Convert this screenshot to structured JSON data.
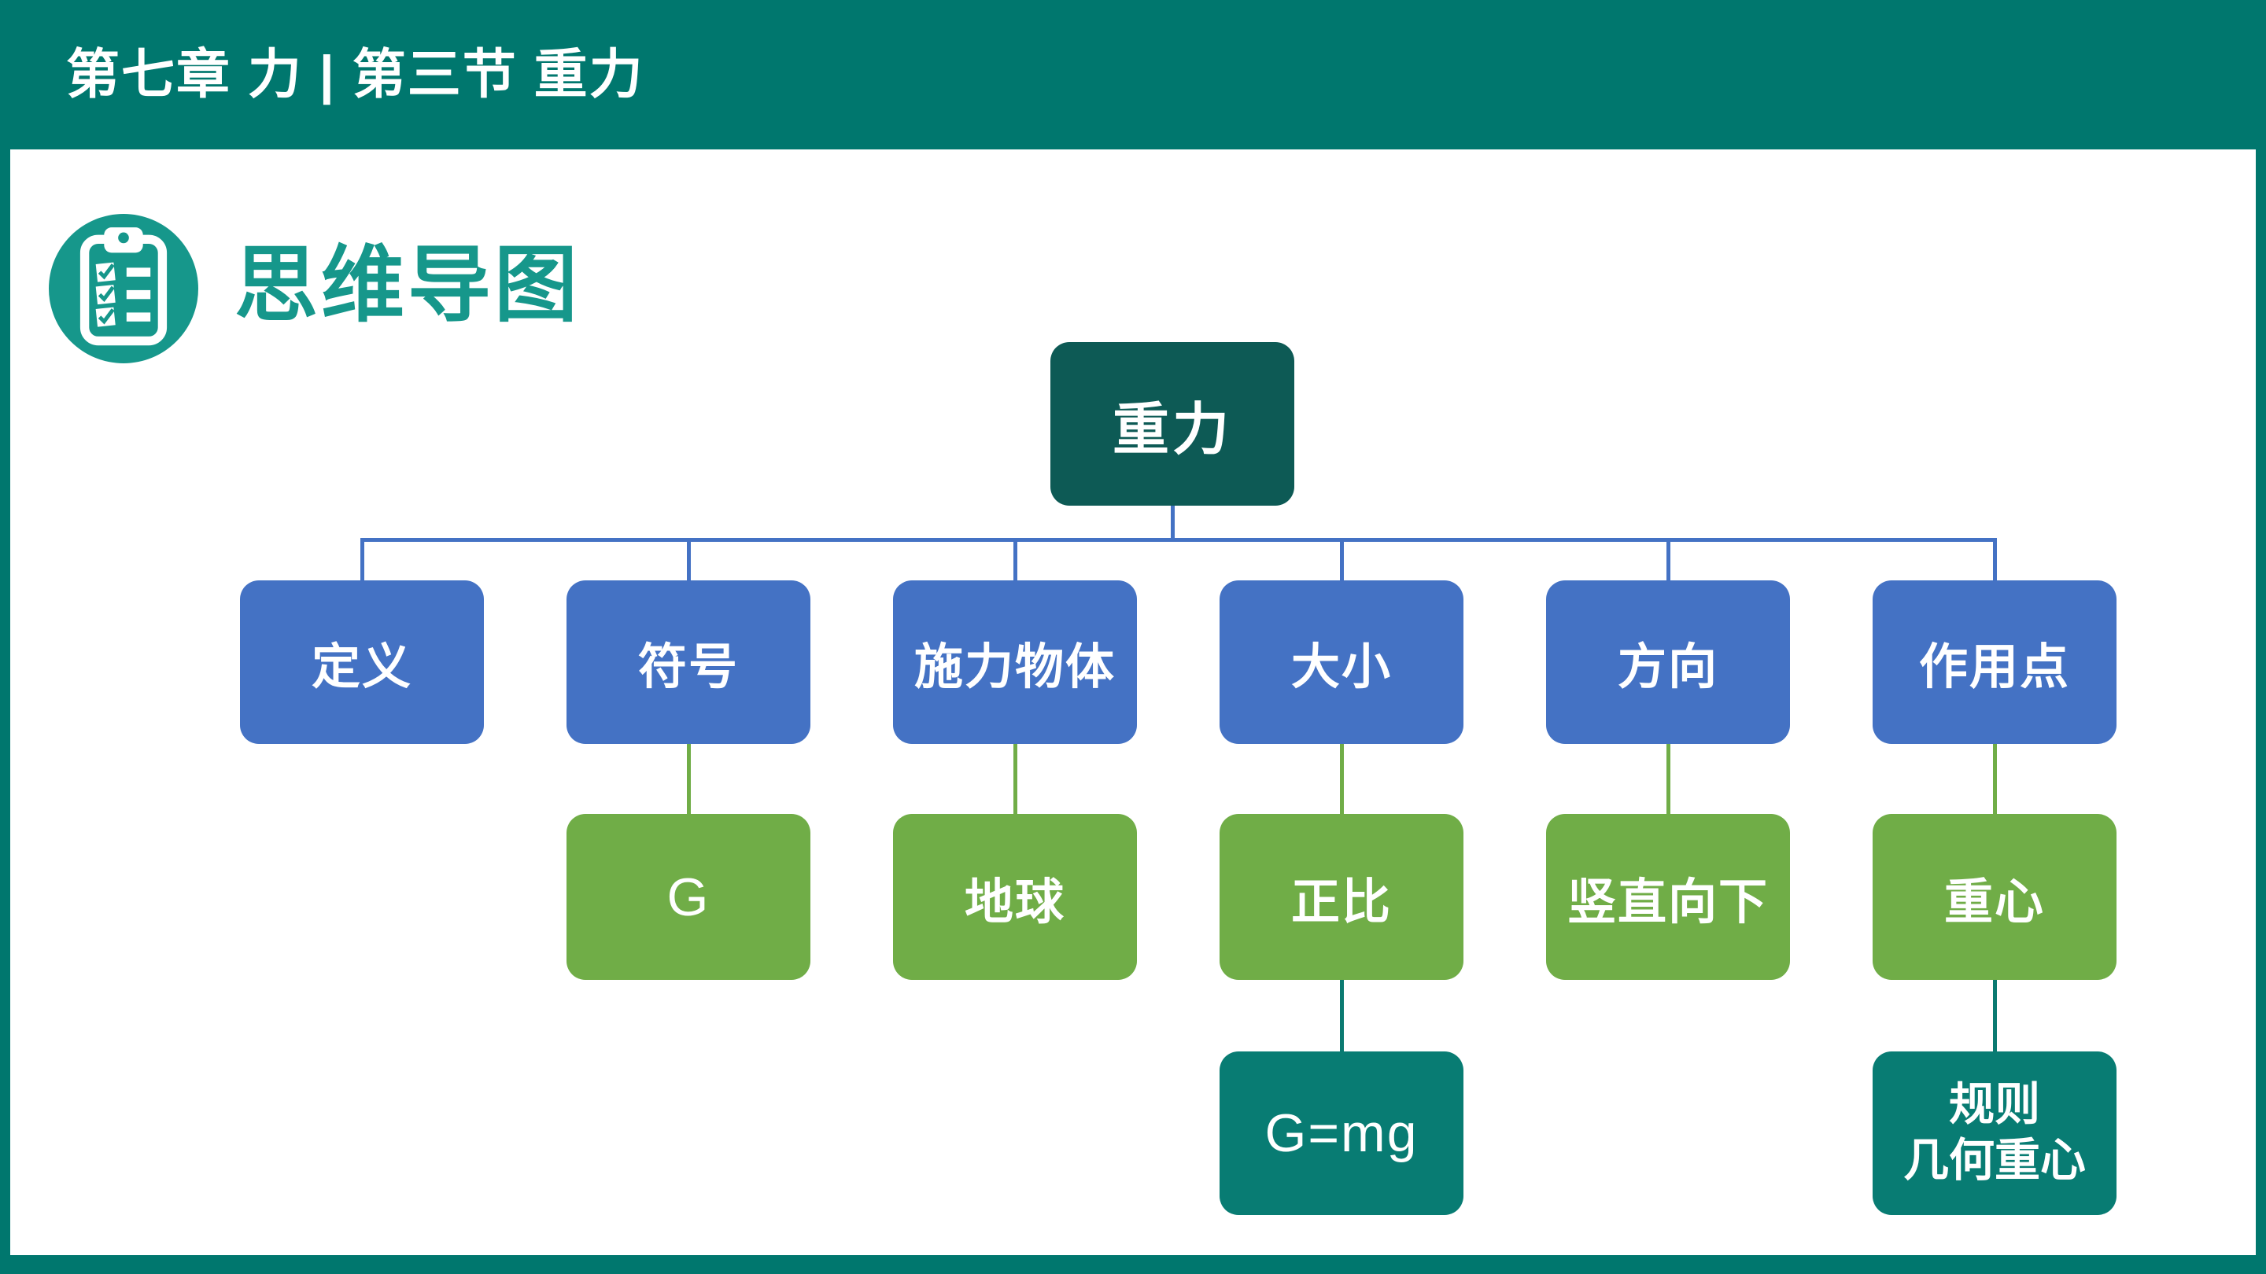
{
  "header": {
    "title": "第七章 力 | 第三节 重力"
  },
  "section": {
    "title": "思维导图",
    "icon": "clipboard-checklist-icon"
  },
  "colors": {
    "frame_teal": "#00776e",
    "accent_teal": "#16978b",
    "root_teal": "#0d5a55",
    "branch_blue": "#4472c4",
    "leaf_green": "#70ad47",
    "detail_teal": "#087c73",
    "text_white": "#ffffff",
    "background": "#ffffff"
  },
  "diagram": {
    "type": "mind-map-tree",
    "root": {
      "label": "重力"
    },
    "columns": [
      {
        "label": "定义"
      },
      {
        "label": "符号",
        "child": "G"
      },
      {
        "label": "施力物体",
        "child": "地球"
      },
      {
        "label": "大小",
        "child": "正比",
        "grandchild": "G=mg"
      },
      {
        "label": "方向",
        "child": "竖直向下"
      },
      {
        "label": "作用点",
        "child": "重心",
        "grandchild_line1": "规则",
        "grandchild_line2": "几何重心"
      }
    ]
  }
}
